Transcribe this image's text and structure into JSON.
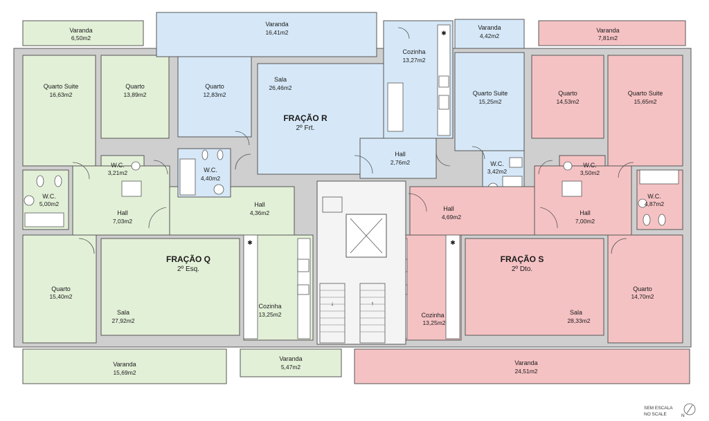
{
  "colors": {
    "green": "#e3f0d8",
    "blue": "#d6e8f7",
    "red": "#f5c2c4",
    "grey": "#e6e6e6",
    "wall": "#cfcfcf"
  },
  "fractions": {
    "q": {
      "name": "FRAÇÃO Q",
      "floor": "2º Esq."
    },
    "r": {
      "name": "FRAÇÃO R",
      "floor": "2º Frt."
    },
    "s": {
      "name": "FRAÇÃO S",
      "floor": "2º Dto."
    }
  },
  "rooms": {
    "q_varanda_top": {
      "name": "Varanda",
      "area": "6,50m2"
    },
    "q_quarto_suite": {
      "name": "Quarto Suite",
      "area": "16,63m2"
    },
    "q_quarto_top": {
      "name": "Quarto",
      "area": "13,89m2"
    },
    "q_wc_small": {
      "name": "W.C.",
      "area": "3,21m2"
    },
    "q_wc_left": {
      "name": "W.C.",
      "area": "5,00m2"
    },
    "q_hall": {
      "name": "Hall",
      "area": "7,03m2"
    },
    "q_hall_center": {
      "name": "Hall",
      "area": "4,36m2"
    },
    "q_quarto_bottom": {
      "name": "Quarto",
      "area": "15,40m2"
    },
    "q_sala": {
      "name": "Sala",
      "area": "27,92m2"
    },
    "q_cozinha": {
      "name": "Cozinha",
      "area": "13,25m2"
    },
    "q_varanda_bottom": {
      "name": "Varanda",
      "area": "15,69m2"
    },
    "q_varanda_small": {
      "name": "Varanda",
      "area": "5,47m2"
    },
    "r_varanda": {
      "name": "Varanda",
      "area": "16,41m2"
    },
    "r_varanda_right": {
      "name": "Varanda",
      "area": "4,42m2"
    },
    "r_quarto": {
      "name": "Quarto",
      "area": "12,83m2"
    },
    "r_sala": {
      "name": "Sala",
      "area": "26,46m2"
    },
    "r_cozinha": {
      "name": "Cozinha",
      "area": "13,27m2"
    },
    "r_quarto_suite": {
      "name": "Quarto Suite",
      "area": "15,25m2"
    },
    "r_wc_left": {
      "name": "W.C.",
      "area": "4,40m2"
    },
    "r_hall": {
      "name": "Hall",
      "area": "2,76m2"
    },
    "r_wc_right": {
      "name": "W.C.",
      "area": "3,42m2"
    },
    "s_varanda_top": {
      "name": "Varanda",
      "area": "7,81m2"
    },
    "s_quarto_top": {
      "name": "Quarto",
      "area": "14,53m2"
    },
    "s_quarto_suite": {
      "name": "Quarto Suite",
      "area": "15,65m2"
    },
    "s_wc_small": {
      "name": "W.C.",
      "area": "3,50m2"
    },
    "s_wc_right": {
      "name": "W.C.",
      "area": "4,87m2"
    },
    "s_hall_left": {
      "name": "Hall",
      "area": "4,69m2"
    },
    "s_hall_right": {
      "name": "Hall",
      "area": "7,00m2"
    },
    "s_cozinha": {
      "name": "Cozinha",
      "area": "13,25m2"
    },
    "s_sala": {
      "name": "Sala",
      "area": "28,33m2"
    },
    "s_quarto_bottom": {
      "name": "Quarto",
      "area": "14,70m2"
    },
    "s_varanda_bottom": {
      "name": "Varanda",
      "area": "24,51m2"
    }
  },
  "legend": {
    "scale_line1": "SEM ESCALA",
    "scale_line2": "NO SCALE",
    "north": "N"
  }
}
